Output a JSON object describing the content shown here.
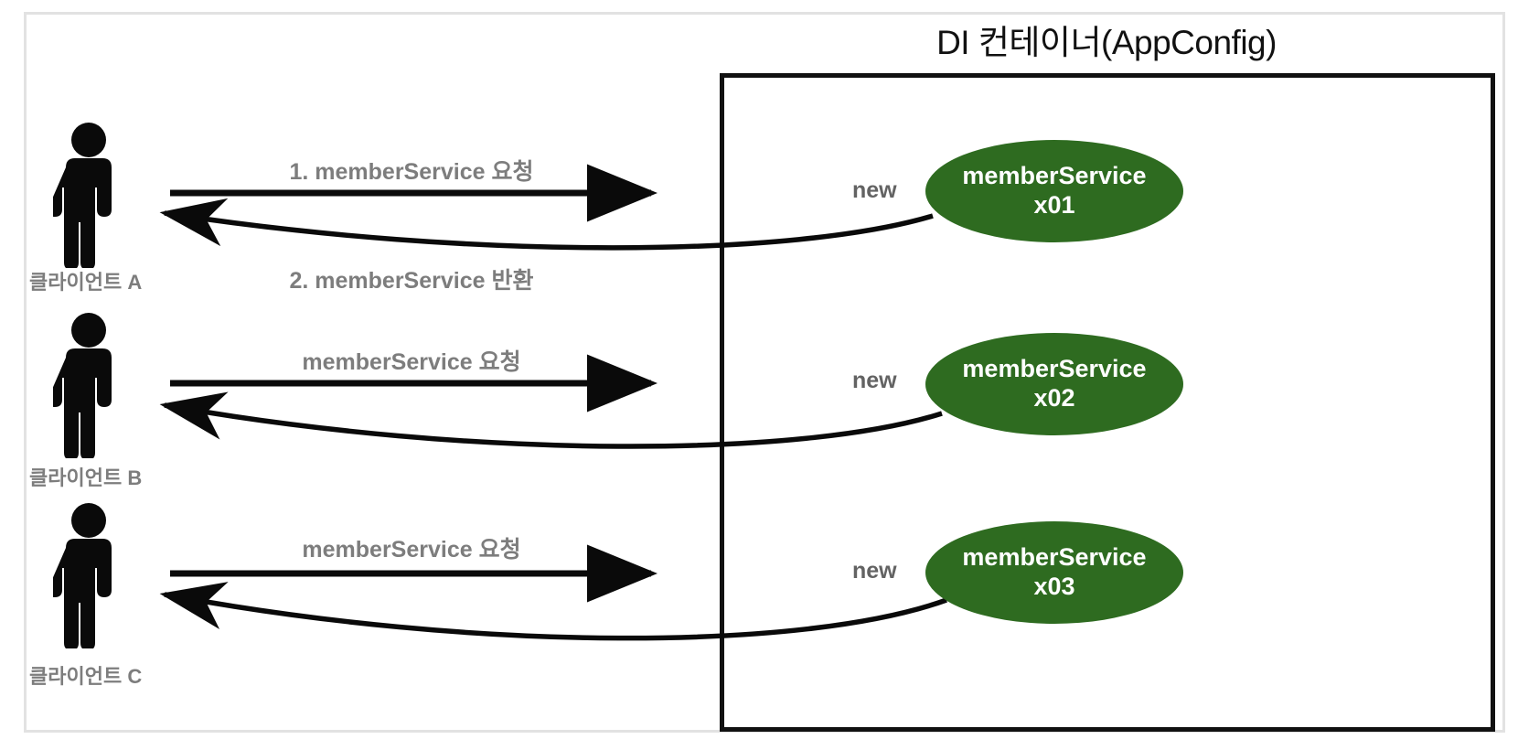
{
  "diagram": {
    "title": "DI 컨테이너(AppConfig)",
    "container_label": "DI 컨테이너",
    "container_name": "AppConfig"
  },
  "clients": [
    {
      "label": "클라이언트 A",
      "icon": "person-icon"
    },
    {
      "label": "클라이언트 B",
      "icon": "person-icon"
    },
    {
      "label": "클라이언트 C",
      "icon": "person-icon"
    }
  ],
  "rows": [
    {
      "request_label": "1. memberService 요청",
      "return_label": "2. memberService 반환",
      "new_label": "new",
      "bean_line1": "memberService",
      "bean_line2": "x01"
    },
    {
      "request_label": "memberService 요청",
      "return_label": "",
      "new_label": "new",
      "bean_line1": "memberService",
      "bean_line2": "x02"
    },
    {
      "request_label": "memberService 요청",
      "return_label": "",
      "new_label": "new",
      "bean_line1": "memberService",
      "bean_line2": "x03"
    }
  ],
  "colors": {
    "bean_fill": "#2e6b20",
    "bean_text": "#ffffff",
    "label_gray": "#7d7d7d",
    "new_gray": "#636363",
    "stroke_black": "#111111",
    "outer_frame": "#e2e2e2"
  }
}
